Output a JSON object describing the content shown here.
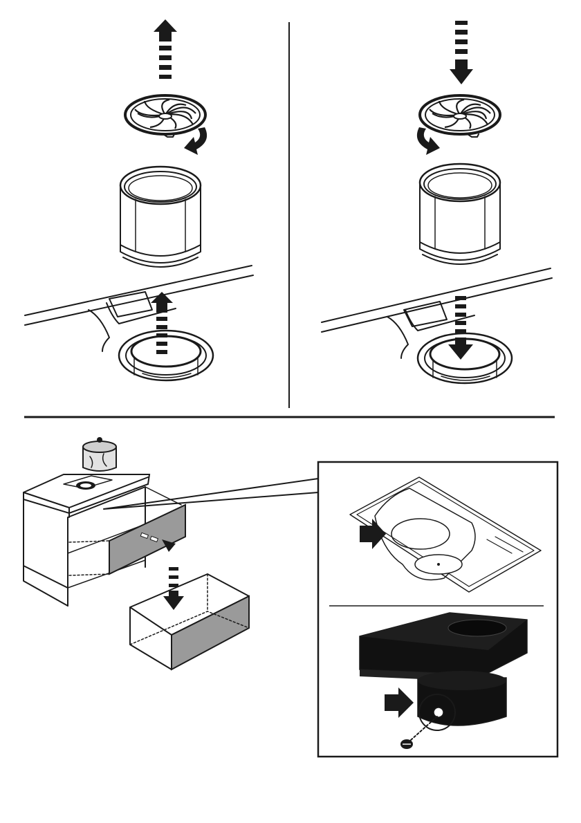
{
  "illustration": {
    "kind": "installation-instructions",
    "panels": [
      {
        "id": "remove-filter",
        "arrow": "up",
        "rotation": "clockwise"
      },
      {
        "id": "insert-filter",
        "arrow": "down",
        "rotation": "counterclockwise"
      },
      {
        "id": "cabinet-drawer-removal"
      },
      {
        "id": "detail-housing-underside"
      },
      {
        "id": "detail-motor-screw"
      }
    ],
    "colors": {
      "ink": "#1a1a1a",
      "drawer_fill": "#9a9a9a",
      "paper": "#ffffff",
      "unit_black": "#111111"
    },
    "icons": [
      "direction-arrow-icon",
      "rotate-arrow-icon",
      "push-arrow-icon",
      "screw-icon"
    ]
  }
}
